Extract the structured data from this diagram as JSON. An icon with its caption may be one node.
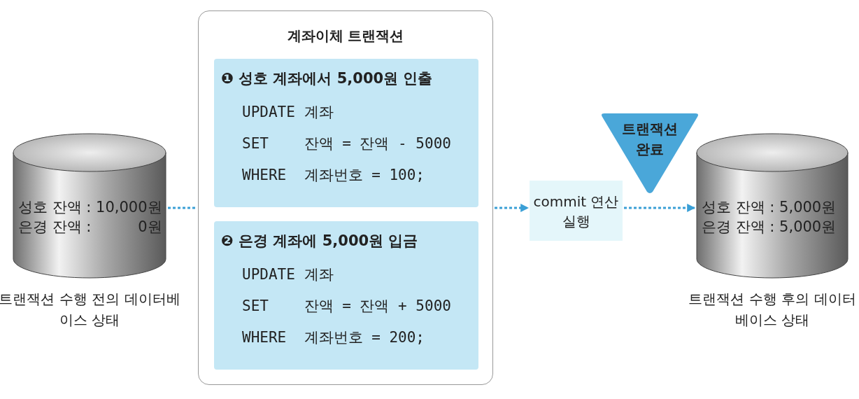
{
  "diagram": {
    "nodes": [
      {
        "text": [
          "성호 잔액 : 10,000원",
          "은경 잔액 : 0원"
        ],
        "beside": [
          "트랜잭션 수행 전의 데이터베이스 상태"
        ]
      },
      {
        "text": [
          "계좌이체 트랜잭션"
        ]
      },
      {
        "text": [
          "❶ 성호 계좌에서 5,000원 인출",
          "UPDATE 계좌",
          "SET    잔액 = 잔액 - 5000",
          "WHERE  계좌번호 = 100;"
        ],
        "in": 1
      },
      {
        "text": [
          "❷ 은경 계좌에 5,000원 입금",
          "UPDATE 계좌",
          "SET    잔액 = 잔액 + 5000",
          "WHERE  계좌번호 = 200;"
        ],
        "in": 1
      },
      {
        "text": [
          "commit 연산 실행"
        ]
      },
      {
        "text": [
          "트랜잭션 완료"
        ]
      },
      {
        "text": [
          "성호 잔액 : 5,000원",
          "은경 잔액 : 5,000원"
        ],
        "beside": [
          "트랜잭션 수행 후의 데이터베이스 상태"
        ]
      }
    ],
    "edges": [
      {
        "from": 0,
        "to": 1,
        "arrow": "none",
        "style": "dashed"
      },
      {
        "from": 1,
        "to": 4,
        "arrow": "to",
        "style": "dashed"
      },
      {
        "from": 4,
        "to": 6,
        "arrow": "to",
        "style": "dashed"
      }
    ]
  }
}
